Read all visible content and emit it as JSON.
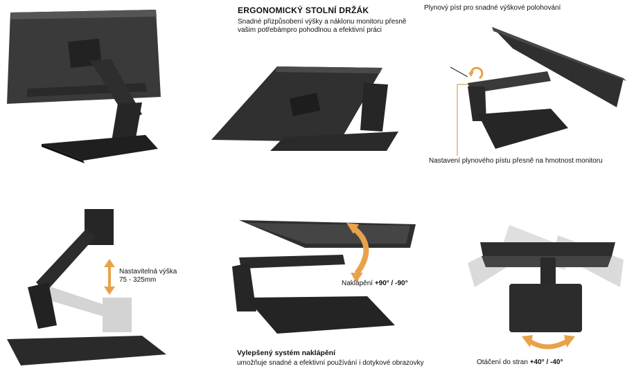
{
  "header": {
    "title": "ERGONOMICKÝ STOLNÍ DRŽÁK",
    "subtitle_line1": "Snadné přizpůsobení výšky a náklonu monitoru přesně",
    "subtitle_line2": "vašim potřebámpro pohodlnou a efektivní práci"
  },
  "gas_spring": {
    "top_label": "Plynový píst pro snadné výškové polohování",
    "bottom_label": "Nastavení plynového pístu přesně na hmotnost monitoru"
  },
  "height": {
    "label_line1": "Nastavitelná výška",
    "label_line2": "75 - 325mm"
  },
  "tilt": {
    "label_prefix": "Naklápění ",
    "label_value": "+90° / -90°"
  },
  "improved": {
    "title": "Vylepšený systém naklápění",
    "text": "umožňuje snadné a efektivní používání i dotykové obrazovky"
  },
  "rotation": {
    "label_prefix": "Otáčení do stran ",
    "label_value": "+40° / -40°"
  },
  "colors": {
    "accent_arrow": "#e8a24a",
    "device_dark": "#2b2b2b",
    "callout_line": "#d08a3a"
  }
}
